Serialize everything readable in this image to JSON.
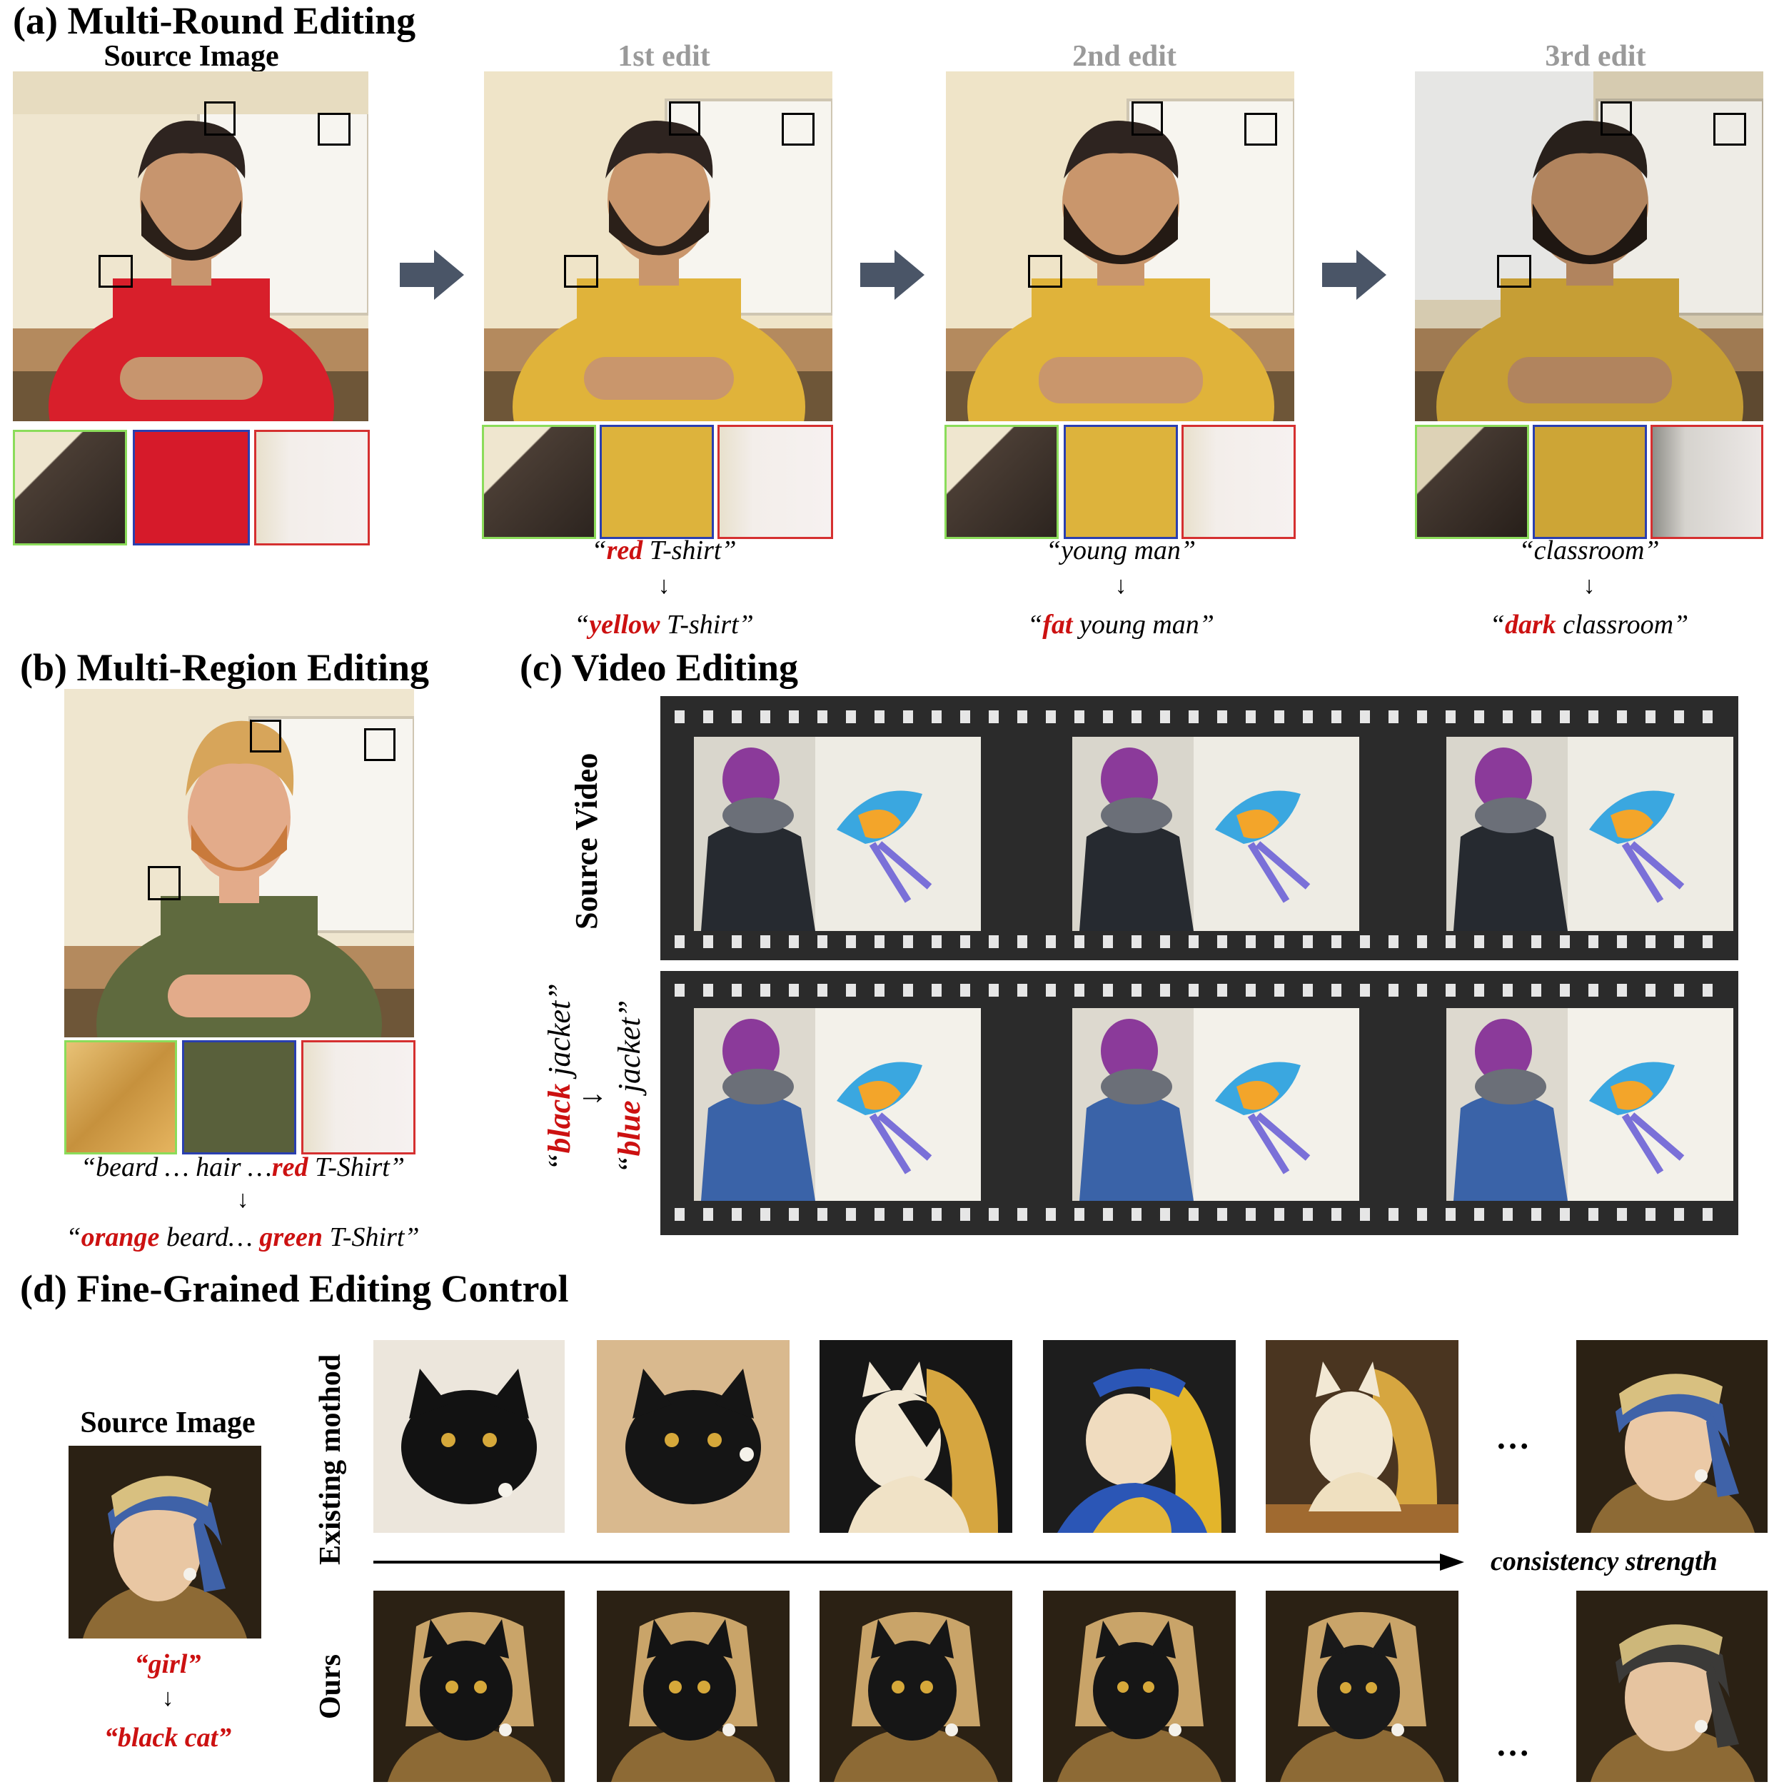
{
  "panel_a": {
    "title": "(a) Multi-Round Editing",
    "columns": [
      "Source Image",
      "1st edit",
      "2nd edit",
      "3rd edit"
    ],
    "edits": [
      {
        "from_pre": "“",
        "from_hl": "red",
        "from_post": " T-shirt”",
        "arrow": "↓",
        "to_pre": "“",
        "to_hl": "yellow",
        "to_post": " T-shirt”"
      },
      {
        "from_pre": "“young man”",
        "from_hl": "",
        "from_post": "",
        "arrow": "↓",
        "to_pre": "“",
        "to_hl": "fat",
        "to_post": " young man”"
      },
      {
        "from_pre": "“classroom”",
        "from_hl": "",
        "from_post": "",
        "arrow": "↓",
        "to_pre": "“",
        "to_hl": "dark",
        "to_post": " classroom”"
      }
    ]
  },
  "panel_b": {
    "title": "(b) Multi-Region Editing",
    "from_pre": "“beard … hair …",
    "from_hl": "red",
    "from_post": " T-Shirt”",
    "arrow": "↓",
    "to_pre": "“",
    "to_hl1": "orange",
    "to_mid": " beard… ",
    "to_hl2": "green",
    "to_post": " T-Shirt”"
  },
  "panel_c": {
    "title": "(c) Video Editing",
    "row1_label": "Source Video",
    "row2_from_pre": "“",
    "row2_from_hl": "black",
    "row2_from_post": " jacket”",
    "row2_arrow": "→",
    "row2_to_pre": "“",
    "row2_to_hl": "blue",
    "row2_to_post": " jacket”"
  },
  "panel_d": {
    "title": "(d) Fine-Grained Editing Control",
    "source_label": "Source Image",
    "from_text": "“girl”",
    "arrow": "↓",
    "to_text": "“black cat”",
    "row1_label": "Existing mothod",
    "row2_label": "Ours",
    "axis_label": "consistency strength",
    "ellipsis": "…"
  },
  "colors": {
    "accent_red": "#cc1111",
    "box_green": "#8bdc5a",
    "box_blue": "#2a3fb0",
    "box_red": "#d53030",
    "arrow_gray": "#4a5567",
    "film": "#2b2b2b"
  }
}
